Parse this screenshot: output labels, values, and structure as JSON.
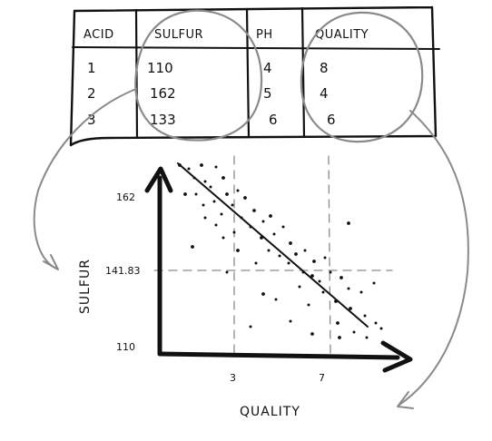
{
  "table": {
    "headers": [
      "ACID",
      "SULFUR",
      "PH",
      "QUALITY"
    ],
    "rows": [
      [
        "1",
        "110",
        "4",
        "8"
      ],
      [
        "2",
        "162",
        "5",
        "4"
      ],
      [
        "3",
        "133",
        "6",
        "6"
      ]
    ]
  },
  "plot": {
    "x_label": "QUALITY",
    "y_label": "SULFUR",
    "y_ticks": [
      "162",
      "141.83",
      "110"
    ],
    "x_ticks": [
      "3",
      "7"
    ]
  },
  "colors": {
    "ink": "#111111",
    "annotation_grey": "#8a8a8a"
  }
}
